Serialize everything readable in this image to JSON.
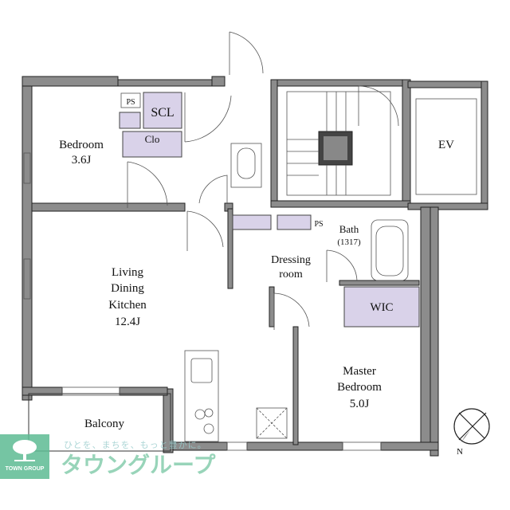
{
  "rooms": {
    "bedroom": {
      "name": "Bedroom",
      "size": "3.6J"
    },
    "ldk": {
      "line1": "Living",
      "line2": "Dining",
      "line3": "Kitchen",
      "size": "12.4J"
    },
    "master": {
      "line1": "Master",
      "line2": "Bedroom",
      "size": "5.0J"
    },
    "balcony": "Balcony",
    "dressing": {
      "line1": "Dressing",
      "line2": "room"
    },
    "bath": {
      "name": "Bath",
      "size": "(1317)"
    },
    "wic": "WIC",
    "scl": "SCL",
    "clo": "Clo",
    "ps1": "PS",
    "ps2": "PS",
    "ev": "EV"
  },
  "compass": {
    "label": "N"
  },
  "watermark": {
    "brand_en": "TOWN GROUP",
    "tagline": "ひとを、まちを、もっと豊かに。",
    "brand_jp": "タウングループ",
    "color": "#5dbb93"
  },
  "colors": {
    "wall": "#8c8c8c",
    "storage": "#d9d2e9"
  }
}
